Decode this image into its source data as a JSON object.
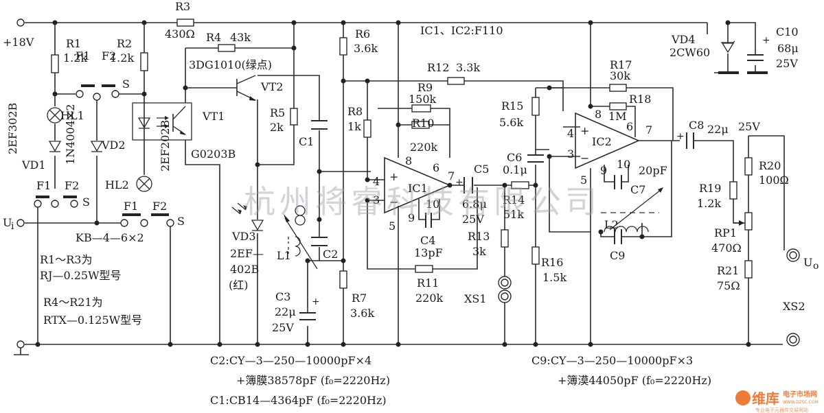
{
  "supply": {
    "label": "+18V"
  },
  "input": {
    "label": "U",
    "sub": "i"
  },
  "output": {
    "label": "U",
    "sub": "o"
  },
  "resistors": {
    "R1": {
      "name": "R1",
      "value": "1.2k"
    },
    "R2": {
      "name": "R2",
      "value": "1.2k"
    },
    "R3": {
      "name": "R3",
      "value": "430Ω"
    },
    "R4": {
      "name": "R4",
      "value": "43k"
    },
    "R5": {
      "name": "R5",
      "value": "2k"
    },
    "R6": {
      "name": "R6",
      "value": "3.6k"
    },
    "R7": {
      "name": "R7",
      "value": "3.6k"
    },
    "R8": {
      "name": "R8",
      "value": "1k"
    },
    "R9": {
      "name": "R9",
      "value": "150k"
    },
    "R10": {
      "name": "R10",
      "value": "220k"
    },
    "R11": {
      "name": "R11",
      "value": "220k"
    },
    "R12": {
      "name": "R12",
      "value": "3.3k"
    },
    "R13": {
      "name": "R13",
      "value": "3k"
    },
    "R14": {
      "name": "R14",
      "value": "51k"
    },
    "R15": {
      "name": "R15",
      "value": "5.6k"
    },
    "R16": {
      "name": "R16",
      "value": "1.5k"
    },
    "R17": {
      "name": "R17",
      "value": "30k"
    },
    "R18": {
      "name": "R18",
      "value": "1M"
    },
    "R19": {
      "name": "R19",
      "value": "1.2k"
    },
    "R20": {
      "name": "R20",
      "value": "100Ω"
    },
    "R21": {
      "name": "R21",
      "value": "75Ω"
    },
    "RP1": {
      "name": "RP1",
      "value": "470Ω"
    }
  },
  "capacitors": {
    "C1": {
      "name": "C1"
    },
    "C2": {
      "name": "C2"
    },
    "C3": {
      "name": "C3",
      "value": "22μ",
      "voltage": "25V"
    },
    "C4": {
      "name": "C4",
      "value": "13pF"
    },
    "C5": {
      "name": "C5",
      "value": "6.8μ",
      "voltage": "25V"
    },
    "C6": {
      "name": "C6",
      "value": "0.1μ"
    },
    "C7": {
      "name": "C7",
      "value": "20pF"
    },
    "C8": {
      "name": "C8",
      "value": "22μ",
      "voltage": "25V"
    },
    "C9": {
      "name": "C9"
    },
    "C10": {
      "name": "C10",
      "value": "68μ",
      "voltage": "25V"
    }
  },
  "semiconductors": {
    "VT1": {
      "name": "VT1",
      "part": "G0203B"
    },
    "VT2": {
      "name": "VT2",
      "part": "3DG1010(绿点)"
    },
    "VD1": {
      "name": "VD1"
    },
    "VD2": {
      "name": "VD2"
    },
    "VD12_part": "1N4004×2",
    "VD3": {
      "name": "VD3",
      "part1": "2EF—",
      "part2": "402B",
      "part3": "(红)"
    },
    "VD4": {
      "name": "VD4",
      "part": "2CW60"
    },
    "HL1": {
      "name": "HL1",
      "part": "2EF302B"
    },
    "HL2": {
      "name": "HL2",
      "part": "2EF202B"
    },
    "IC1": {
      "name": "IC1"
    },
    "IC2": {
      "name": "IC2"
    },
    "ic_part": "IC1、IC2:F110"
  },
  "pins": {
    "p8": "8",
    "p6": "6",
    "p7": "7",
    "p4": "4",
    "p3": "3",
    "p5": "5",
    "p9": "9",
    "p10": "10",
    "plus": "+",
    "minus": "−"
  },
  "inductors": {
    "L1": "L1",
    "L2": "L2"
  },
  "switch": {
    "F1": "F1",
    "F2": "F2",
    "S": "S",
    "part": "KB—4—6×2"
  },
  "sockets": {
    "XS1": "XS1",
    "XS2": "XS2"
  },
  "notes": {
    "r_note1": "R1～R3为",
    "r_note2": "RJ—0.25W型号",
    "r_note3": "R4～R21为",
    "r_note4": "RTX—0.125W型号",
    "c2_line1": "C2:CY—3—250—10000pF×4",
    "c2_line2": "+簿膜38578pF (f₀=2220Hz)",
    "c1_line": "C1:CB14—4364pF (f₀=2220Hz)",
    "c9_line1": "C9:CY—3—250—10000pF×3",
    "c9_line2": "+簿漠44050pF (f₀=2220Hz)"
  },
  "watermark": "杭州将睿科技有限公司",
  "logo": {
    "brand": "维库",
    "tagline": "电子市场网",
    "url": "WWW.DZSC.COM",
    "sub": "专业电子元器件交易网站"
  }
}
